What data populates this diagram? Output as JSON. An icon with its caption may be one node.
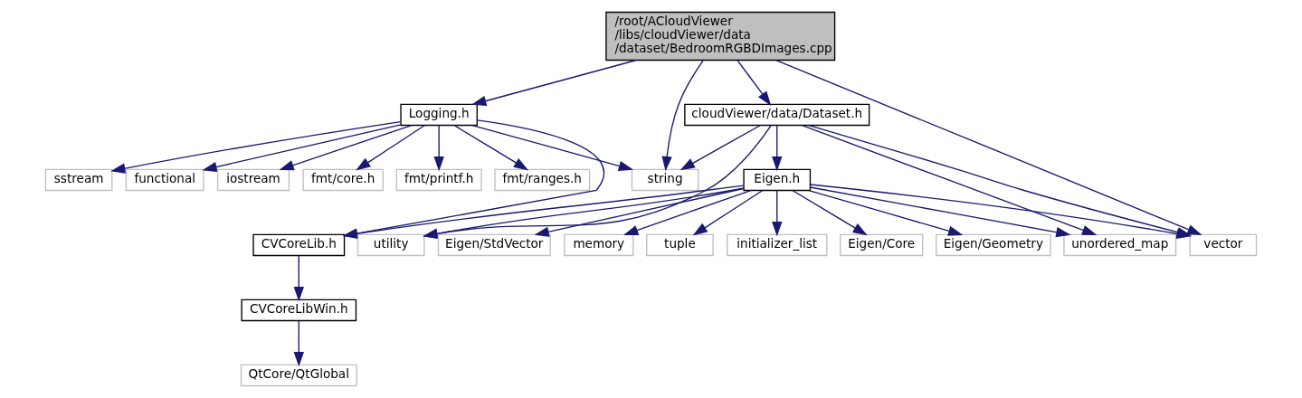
{
  "diagram": {
    "nodes": [
      {
        "text": [
          "/root/ACloudViewer /libs/cloudViewer/data /dataset/BedroomRGBDImages.cpp"
        ]
      },
      {
        "text": [
          "Logging.h"
        ]
      },
      {
        "text": [
          "cloudViewer/data/Dataset.h"
        ]
      },
      {
        "text": [
          "sstream"
        ]
      },
      {
        "text": [
          "functional"
        ]
      },
      {
        "text": [
          "iostream"
        ]
      },
      {
        "text": [
          "fmt/core.h"
        ]
      },
      {
        "text": [
          "fmt/printf.h"
        ]
      },
      {
        "text": [
          "fmt/ranges.h"
        ]
      },
      {
        "text": [
          "string"
        ]
      },
      {
        "text": [
          "Eigen.h"
        ]
      },
      {
        "text": [
          "CVCoreLib.h"
        ]
      },
      {
        "text": [
          "utility"
        ]
      },
      {
        "text": [
          "Eigen/StdVector"
        ]
      },
      {
        "text": [
          "memory"
        ]
      },
      {
        "text": [
          "tuple"
        ]
      },
      {
        "text": [
          "initializer_list"
        ]
      },
      {
        "text": [
          "Eigen/Core"
        ]
      },
      {
        "text": [
          "Eigen/Geometry"
        ]
      },
      {
        "text": [
          "unordered_map"
        ]
      },
      {
        "text": [
          "vector"
        ]
      },
      {
        "text": [
          "CVCoreLibWin.h"
        ]
      },
      {
        "text": [
          "QtCore/QtGlobal"
        ]
      }
    ],
    "edges": [
      {
        "from": 0,
        "to": 1,
        "arrow": "to"
      },
      {
        "from": 0,
        "to": 9,
        "arrow": "to"
      },
      {
        "from": 0,
        "to": 2,
        "arrow": "to"
      },
      {
        "from": 0,
        "to": 20,
        "arrow": "to"
      },
      {
        "from": 1,
        "to": 3,
        "arrow": "to"
      },
      {
        "from": 1,
        "to": 4,
        "arrow": "to"
      },
      {
        "from": 1,
        "to": 5,
        "arrow": "to"
      },
      {
        "from": 1,
        "to": 11,
        "arrow": "to"
      },
      {
        "from": 1,
        "to": 6,
        "arrow": "to"
      },
      {
        "from": 1,
        "to": 7,
        "arrow": "to"
      },
      {
        "from": 1,
        "to": 8,
        "arrow": "to"
      },
      {
        "from": 1,
        "to": 9,
        "arrow": "to"
      },
      {
        "from": 2,
        "to": 9,
        "arrow": "to"
      },
      {
        "from": 2,
        "to": 12,
        "arrow": "to"
      },
      {
        "from": 2,
        "to": 10,
        "arrow": "to"
      },
      {
        "from": 2,
        "to": 19,
        "arrow": "to"
      },
      {
        "from": 2,
        "to": 20,
        "arrow": "to"
      },
      {
        "from": 10,
        "to": 11,
        "arrow": "to"
      },
      {
        "from": 10,
        "to": 12,
        "arrow": "to"
      },
      {
        "from": 10,
        "to": 13,
        "arrow": "to"
      },
      {
        "from": 10,
        "to": 14,
        "arrow": "to"
      },
      {
        "from": 10,
        "to": 15,
        "arrow": "to"
      },
      {
        "from": 10,
        "to": 16,
        "arrow": "to"
      },
      {
        "from": 10,
        "to": 17,
        "arrow": "to"
      },
      {
        "from": 10,
        "to": 18,
        "arrow": "to"
      },
      {
        "from": 10,
        "to": 19,
        "arrow": "to"
      },
      {
        "from": 10,
        "to": 20,
        "arrow": "to"
      },
      {
        "from": 11,
        "to": 21,
        "arrow": "to"
      },
      {
        "from": 21,
        "to": 22,
        "arrow": "to"
      }
    ]
  }
}
